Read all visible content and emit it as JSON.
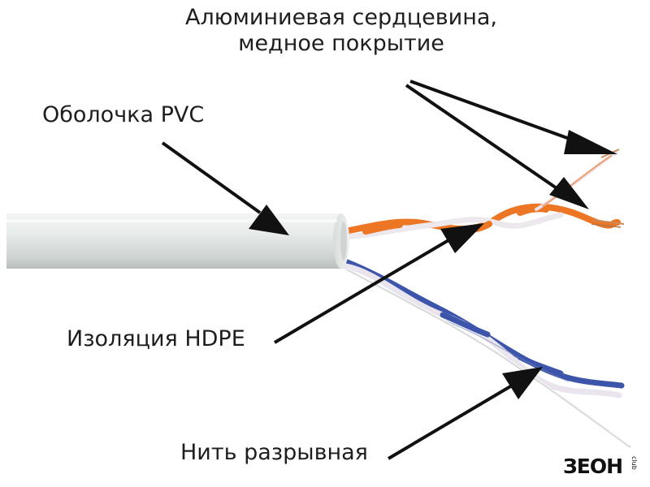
{
  "labels": {
    "core_line1": "Алюминиевая сердцевина,",
    "core_line2": "медное покрытие",
    "jacket": "Оболочка PVC",
    "insulation": "Изоляция HDPE",
    "ripcord": "Нить разрывная"
  },
  "logo": {
    "text": "ЗЕОН",
    "suffix": "club"
  },
  "colors": {
    "jacket": "#e7ebe9",
    "orange_wire": "#ec7624",
    "blue_wire": "#3c55ab",
    "white_wire": "#e9e4ee",
    "copper_tip": "#c98a5a",
    "arrow": "#111111",
    "text": "#1e1e1e"
  }
}
